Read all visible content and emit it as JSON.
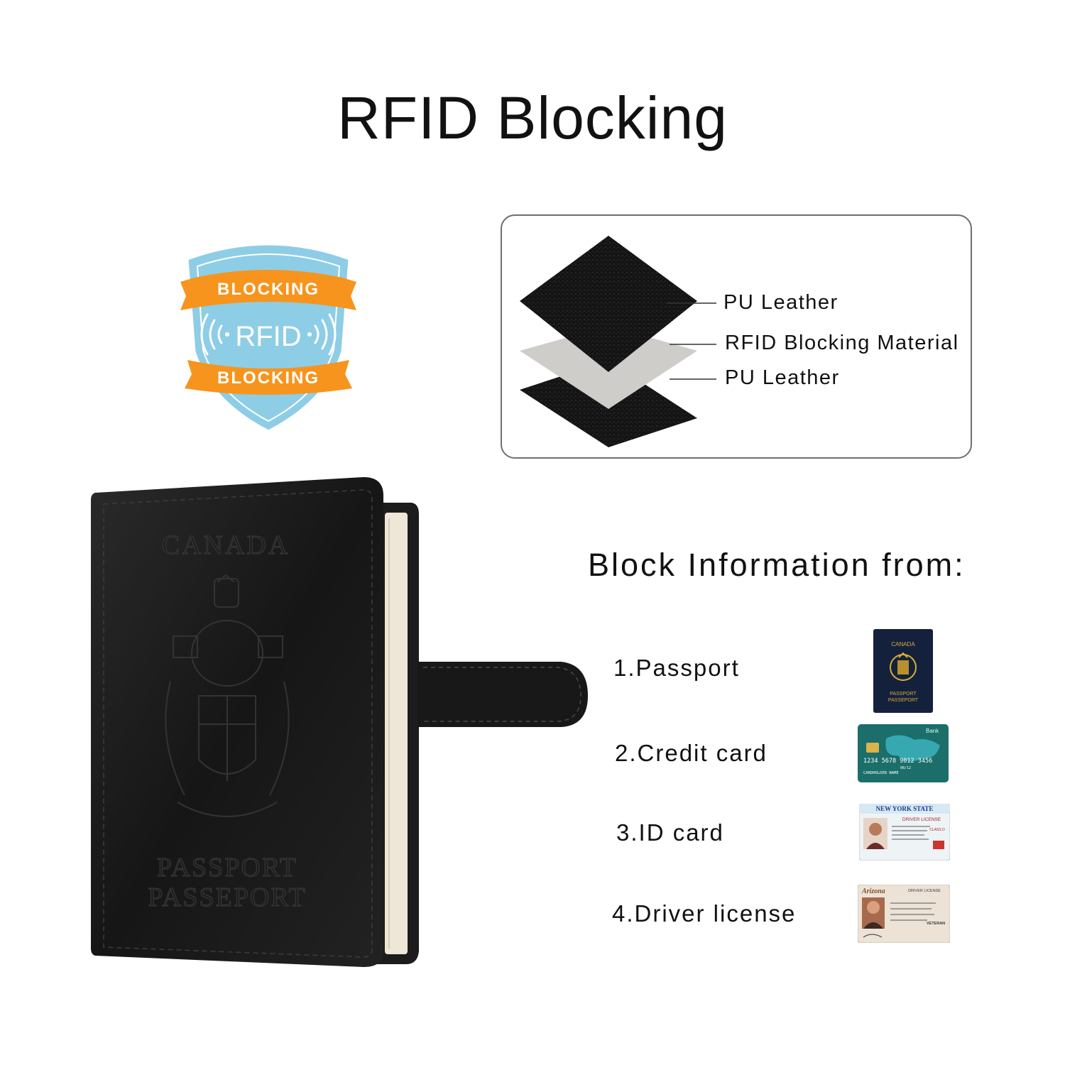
{
  "title": "RFID Blocking",
  "badge": {
    "top_text": "BLOCKING",
    "center_text": "RFID",
    "bottom_text": "BLOCKING",
    "colors": {
      "shield": "#8ecde6",
      "ribbon": "#f7941d",
      "text": "#ffffff"
    }
  },
  "layers": [
    {
      "label": "PU Leather"
    },
    {
      "label": "RFID Blocking Material"
    },
    {
      "label": "PU Leather"
    }
  ],
  "wallet": {
    "country": "CANADA",
    "line1": "PASSPORT",
    "line2": "PASSEPORT",
    "color": "#1a1a1a"
  },
  "block_heading": "Block Information from:",
  "items": [
    {
      "label": "1.Passport",
      "icon": "passport-icon",
      "thumb": {
        "line1": "CANADA",
        "line2": "PASSPORT",
        "line3": "PASSEPORT"
      }
    },
    {
      "label": "2.Credit card",
      "icon": "credit-card-icon",
      "thumb": {
        "bank": "Bank",
        "number": "1234 5678 9012 3456",
        "holder": "CARDHOLDER NAME",
        "expiry": "08/12"
      }
    },
    {
      "label": "3.ID card",
      "icon": "id-card-icon",
      "thumb": {
        "state": "NEW YORK STATE",
        "type": "DRIVER LICENSE",
        "class": "CLASS D"
      }
    },
    {
      "label": "4.Driver license",
      "icon": "driver-license-icon",
      "thumb": {
        "state": "Arizona",
        "type": "DRIVER LICENSE",
        "badge": "VETERAN"
      }
    }
  ]
}
